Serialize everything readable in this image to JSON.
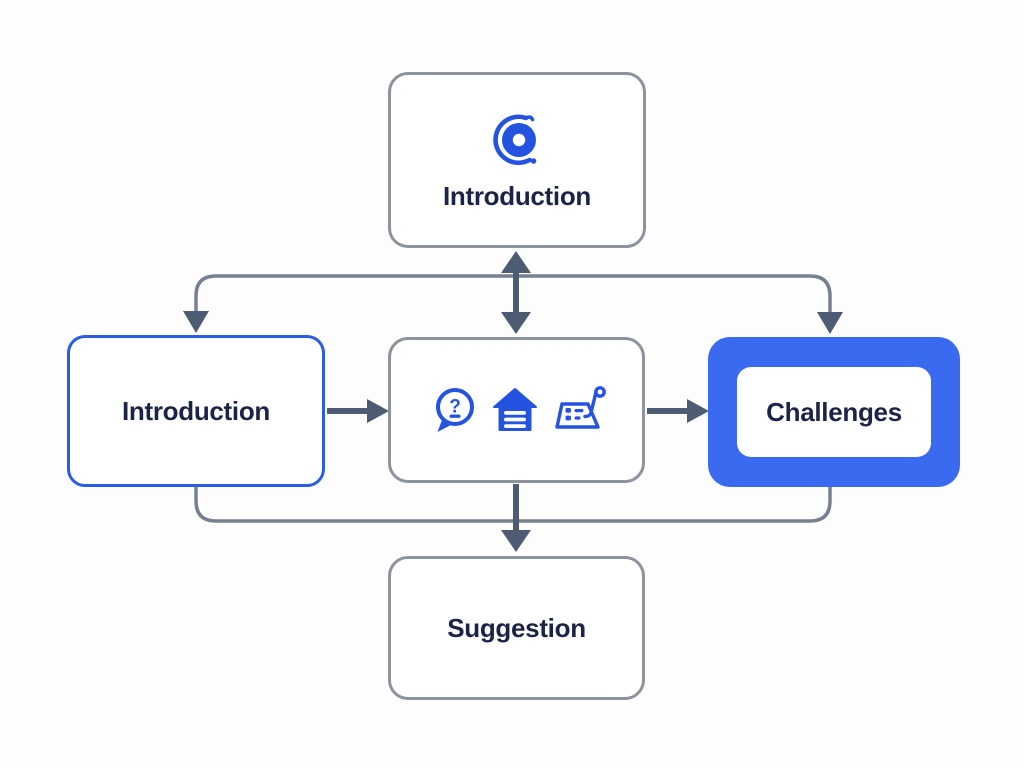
{
  "diagram": {
    "type": "flowchart",
    "background": "#fdfdfe",
    "colors": {
      "icon_blue": "#2454df",
      "node_border_blue": "#2b5ce6",
      "node_fill_blue": "#3a6af0",
      "node_border_gray": "#8d939d",
      "connector_gray": "#76808f",
      "arrow_slate": "#4d5c72",
      "text_navy": "#1b2447"
    },
    "nodes": {
      "top": {
        "label": "Introduction",
        "icon": "disc-target-icon"
      },
      "left": {
        "label": "Introduction"
      },
      "center": {
        "icons": [
          "question-bubble-icon",
          "home-list-icon",
          "plan-flag-icon"
        ]
      },
      "right": {
        "label": "Challenges"
      },
      "bottom": {
        "label": "Suggestion"
      }
    },
    "connections": [
      {
        "from": "top",
        "to": "center",
        "style": "vertical-double-arrow"
      },
      {
        "from": "top-branch-line",
        "to": "left",
        "style": "arrow-down"
      },
      {
        "from": "top-branch-line",
        "to": "right",
        "style": "arrow-down"
      },
      {
        "from": "left",
        "to": "center",
        "style": "arrow-right"
      },
      {
        "from": "center",
        "to": "right",
        "style": "arrow-right"
      },
      {
        "from": "bottom-branch-line",
        "to": "bottom",
        "style": "arrow-down"
      }
    ]
  }
}
